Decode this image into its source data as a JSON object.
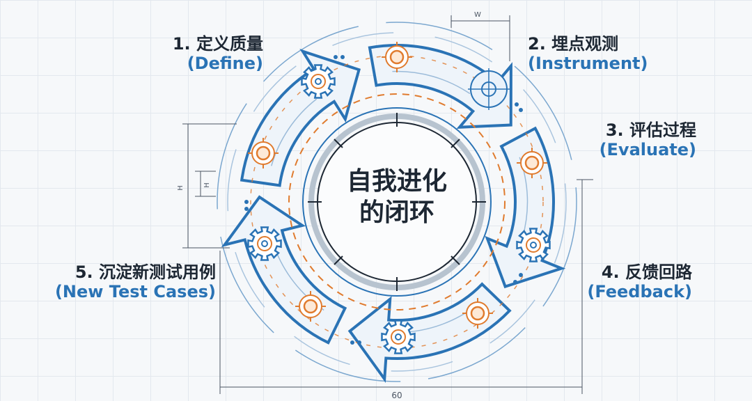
{
  "center": {
    "line1": "自我进化",
    "line2": "的闭环"
  },
  "steps": [
    {
      "zh": "1. 定义质量",
      "en": "(Define)"
    },
    {
      "zh": "2. 埋点观测",
      "en": "(Instrument)"
    },
    {
      "zh": "3. 评估过程",
      "en": "(Evaluate)"
    },
    {
      "zh": "4. 反馈回路",
      "en": "(Feedback)"
    },
    {
      "zh": "5. 沉淀新测试用例",
      "en": "(New Test Cases)"
    }
  ],
  "dimensions": {
    "width_label": "W",
    "height_label": "H",
    "height_inner_label": "H",
    "span_label": "60"
  },
  "colors": {
    "blue": "#2a73b5",
    "dark": "#1d2733",
    "orange": "#e07b2e",
    "grid": "#e3e8ee"
  },
  "icons": [
    "gear-icon",
    "target-icon",
    "crosshair-icon"
  ]
}
